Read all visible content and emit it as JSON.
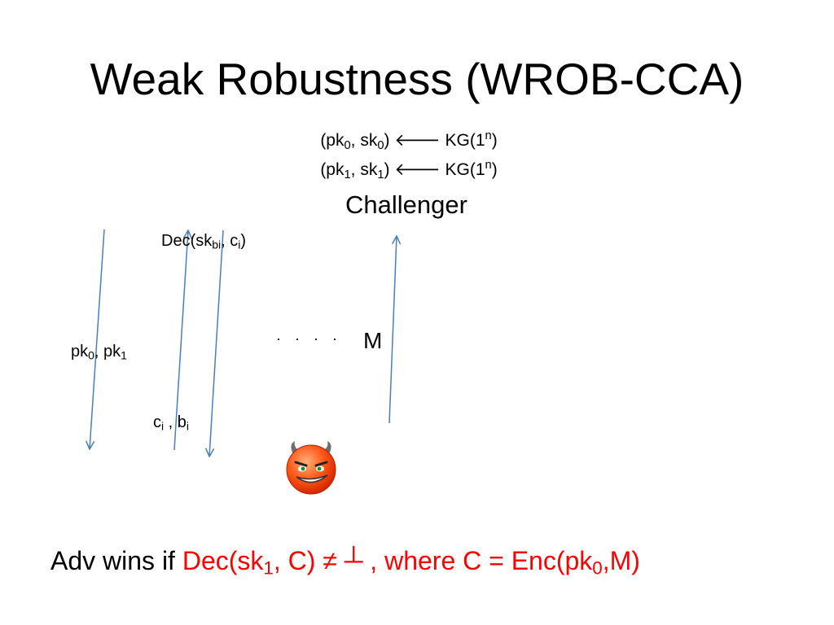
{
  "title": "Weak Robustness (WROB-CCA)",
  "keygen": [
    {
      "open": "(pk",
      "idx_pk": "0",
      "mid": ", sk",
      "idx_sk": "0",
      "close": ")",
      "arrow": " 🡐 ",
      "kg": "KG(1",
      "exp": "n",
      "end": ")"
    },
    {
      "open": "(pk",
      "idx_pk": "1",
      "mid": ", sk",
      "idx_sk": "1",
      "close": ")",
      "arrow": " 🡐 ",
      "kg": "KG(1",
      "exp": "n",
      "end": ")"
    }
  ],
  "challenger": "Challenger",
  "messages": {
    "pk": {
      "a": "pk",
      "a_sub": "0",
      "sep": ", pk",
      "b_sub": "1"
    },
    "dec": {
      "a": "Dec(sk",
      "a_sub": "bi",
      "sep": ", c",
      "b_sub": "i",
      "end": ")"
    },
    "query": {
      "a": "c",
      "a_sub": "i",
      "sep": " , b",
      "b_sub": "i"
    },
    "dots": "· · · ·",
    "m": "M"
  },
  "adversary_icon": "devil-face",
  "win_condition": {
    "prefix": "Adv wins if ",
    "red1": "Dec(sk",
    "red1_sub": "1",
    "red2": ", C) ≠ ┴ , where C = Enc(pk",
    "red2_sub": "0",
    "red3": ",M)"
  },
  "colors": {
    "arrow": "#4a7ebb",
    "highlight": "#ff0000",
    "devil_face": "#ff4500",
    "devil_horns": "#777777"
  }
}
